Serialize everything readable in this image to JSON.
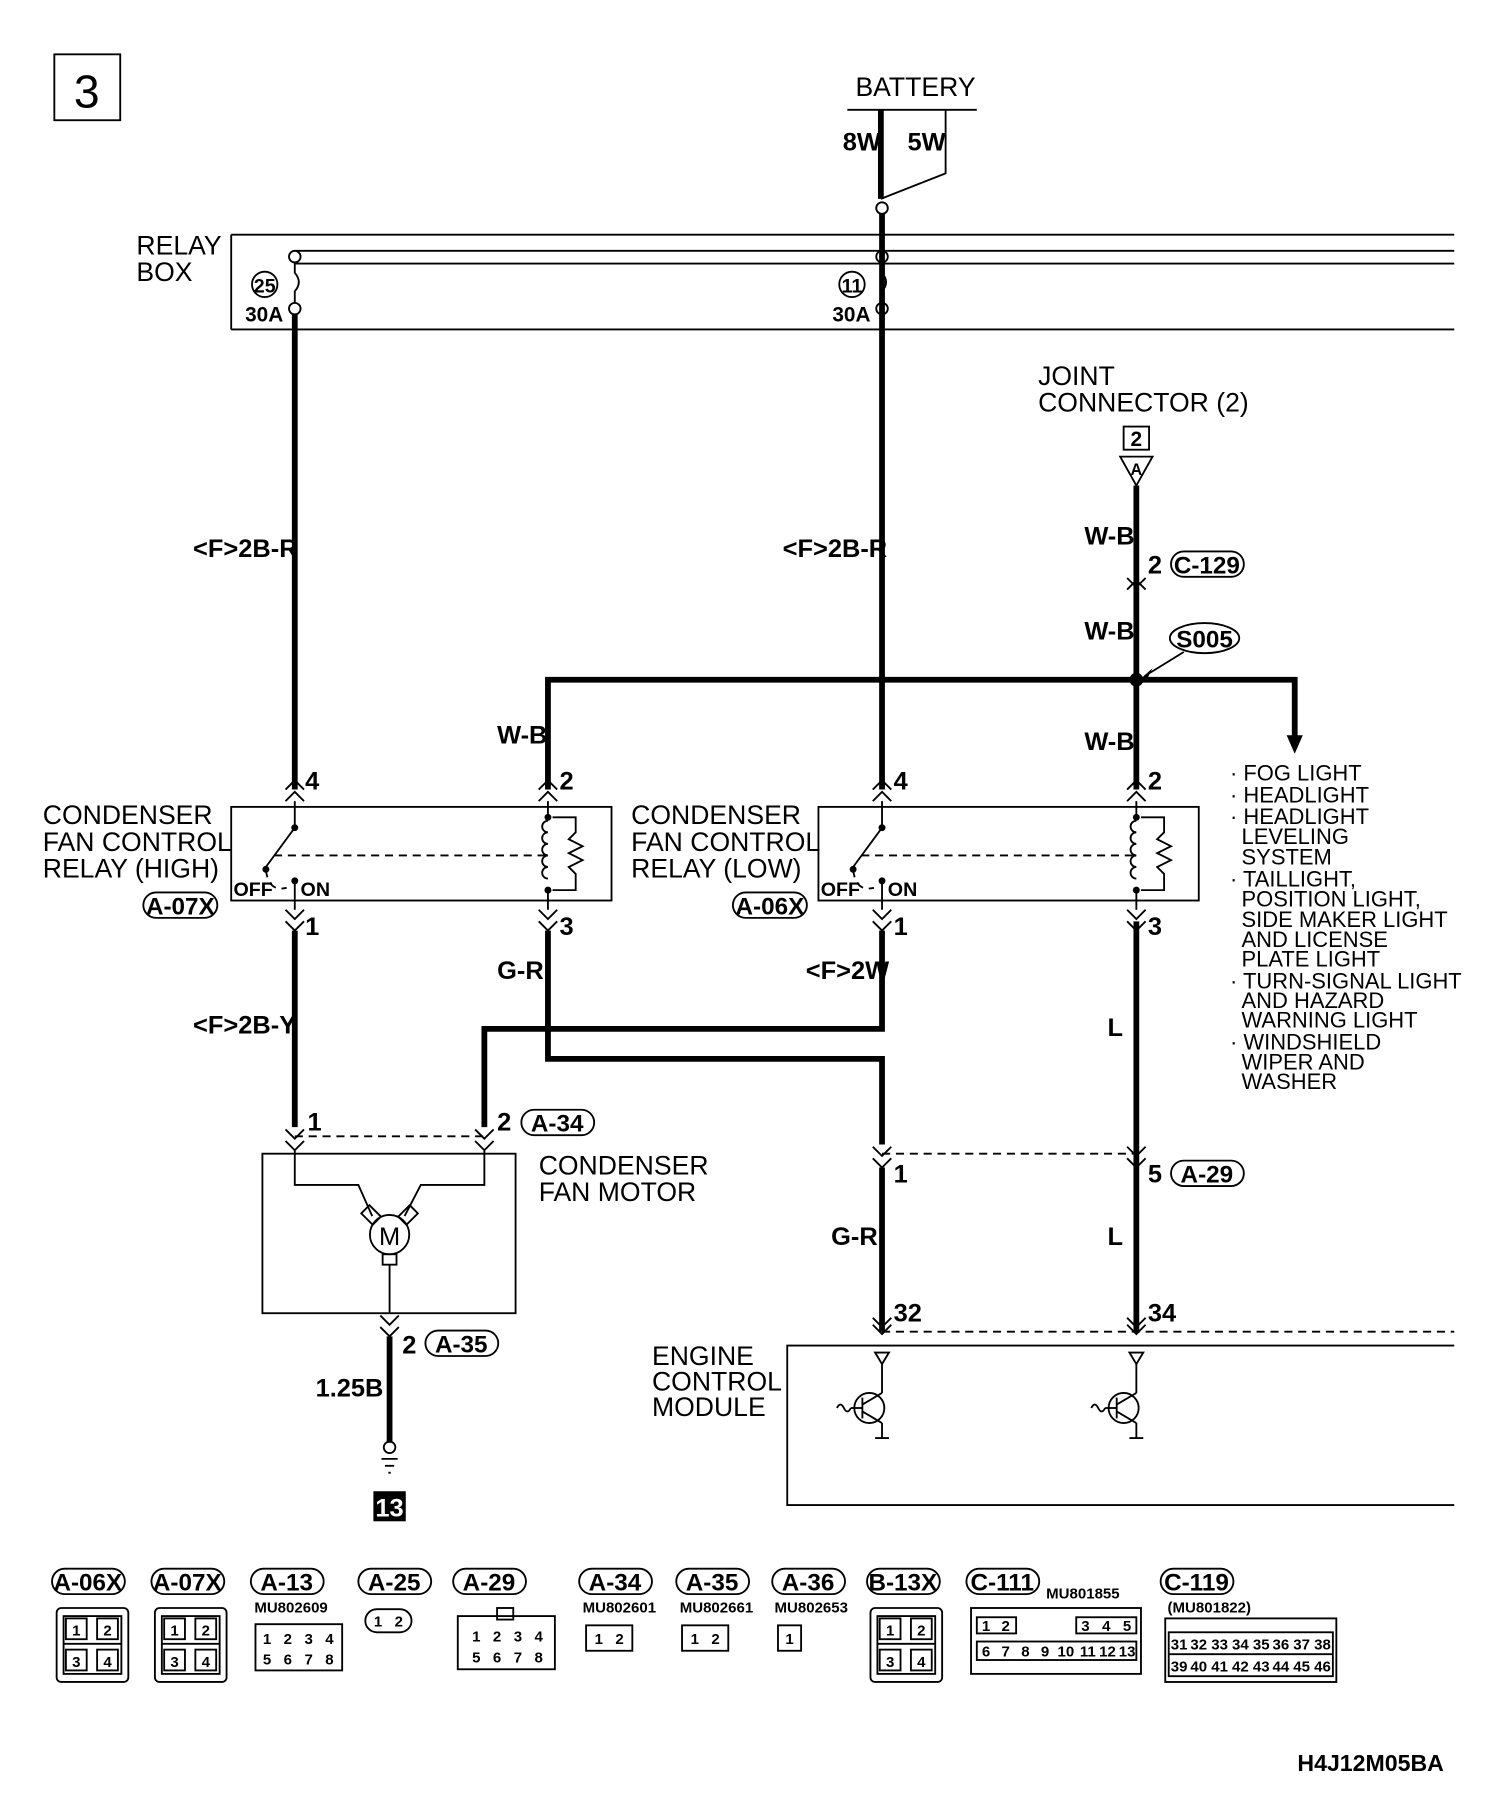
{
  "sheet_number": "3",
  "battery": {
    "label": "BATTERY",
    "wire_left": "8W",
    "wire_right": "5W"
  },
  "relay_box": {
    "label_line1": "RELAY",
    "label_line2": "BOX",
    "fuse_left_num": "25",
    "fuse_left_amp": "30A",
    "fuse_right_num": "11",
    "fuse_right_amp": "30A"
  },
  "joint_connector": {
    "line1": "JOINT",
    "line2": "CONNECTOR (2)",
    "box_num": "2",
    "pin": "A"
  },
  "wires": {
    "w1": "<F>2B-R",
    "w2": "<F>2B-R",
    "w3": "W-B",
    "w4": "W-B",
    "w5": "W-B",
    "w6": "W-B",
    "w7": "G-R",
    "w8": "<F>2W",
    "w9": "L",
    "w10": "<F>2B-Y",
    "w11": "G-R",
    "w12": "L",
    "w13": "1.25B"
  },
  "splice": "S005",
  "conn_c129": {
    "pin": "2",
    "id": "C-129"
  },
  "relay_high": {
    "line1": "CONDENSER",
    "line2": "FAN CONTROL",
    "line3": "RELAY (HIGH)",
    "conn": "A-07X",
    "off": "OFF",
    "on": "ON",
    "pin_top_left": "4",
    "pin_top_right": "2",
    "pin_bot_left": "1",
    "pin_bot_right": "3"
  },
  "relay_low": {
    "line1": "CONDENSER",
    "line2": "FAN CONTROL",
    "line3": "RELAY (LOW)",
    "conn": "A-06X",
    "off": "OFF",
    "on": "ON",
    "pin_top_left": "4",
    "pin_top_right": "2",
    "pin_bot_left": "1",
    "pin_bot_right": "3"
  },
  "loads": [
    "· FOG LIGHT",
    "· HEADLIGHT",
    "· HEADLIGHT",
    "LEVELING",
    "SYSTEM",
    "· TAILLIGHT,",
    "POSITION LIGHT,",
    "SIDE MAKER LIGHT",
    "AND LICENSE",
    "PLATE LIGHT",
    "· TURN-SIGNAL LIGHT",
    "AND HAZARD",
    "WARNING LIGHT",
    "· WINDSHIELD",
    "WIPER AND",
    "WASHER"
  ],
  "fan_motor": {
    "line1": "CONDENSER",
    "line2": "FAN MOTOR",
    "motor": "M",
    "pin1": "1",
    "pin2": "2",
    "conn": "A-34"
  },
  "conn_a35": {
    "pin": "2",
    "id": "A-35"
  },
  "conn_a29": {
    "pin_left": "1",
    "pin_right": "5",
    "id": "A-29"
  },
  "ecm": {
    "line1": "ENGINE",
    "line2": "CONTROL",
    "line3": "MODULE",
    "pin_left": "32",
    "pin_right": "34"
  },
  "ground": "13",
  "connectors": [
    {
      "id": "A-06X",
      "part": "",
      "pins": [
        "1",
        "2",
        "3",
        "4"
      ]
    },
    {
      "id": "A-07X",
      "part": "",
      "pins": [
        "1",
        "2",
        "3",
        "4"
      ]
    },
    {
      "id": "A-13",
      "part": "MU802609",
      "pins": [
        "1",
        "2",
        "3",
        "4",
        "5",
        "6",
        "7",
        "8"
      ]
    },
    {
      "id": "A-25",
      "part": "",
      "pins": [
        "1",
        "2"
      ]
    },
    {
      "id": "A-29",
      "part": "",
      "pins": [
        "1",
        "2",
        "3",
        "4",
        "5",
        "6",
        "7",
        "8"
      ]
    },
    {
      "id": "A-34",
      "part": "MU802601",
      "pins": [
        "1",
        "2"
      ]
    },
    {
      "id": "A-35",
      "part": "MU802661",
      "pins": [
        "1",
        "2"
      ]
    },
    {
      "id": "A-36",
      "part": "MU802653",
      "pins": [
        "1"
      ]
    },
    {
      "id": "B-13X",
      "part": "",
      "pins": [
        "1",
        "2",
        "3",
        "4"
      ]
    },
    {
      "id": "C-111",
      "part": "MU801855",
      "pins": [
        "1",
        "2",
        "3",
        "4",
        "5",
        "6",
        "7",
        "8",
        "9",
        "10",
        "11",
        "12",
        "13"
      ]
    },
    {
      "id": "C-119",
      "part": "(MU801822)",
      "pins": [
        "31",
        "32",
        "33",
        "34",
        "35",
        "36",
        "37",
        "38",
        "39",
        "40",
        "41",
        "42",
        "43",
        "44",
        "45",
        "46"
      ]
    }
  ],
  "figure_code": "H4J12M05BA"
}
